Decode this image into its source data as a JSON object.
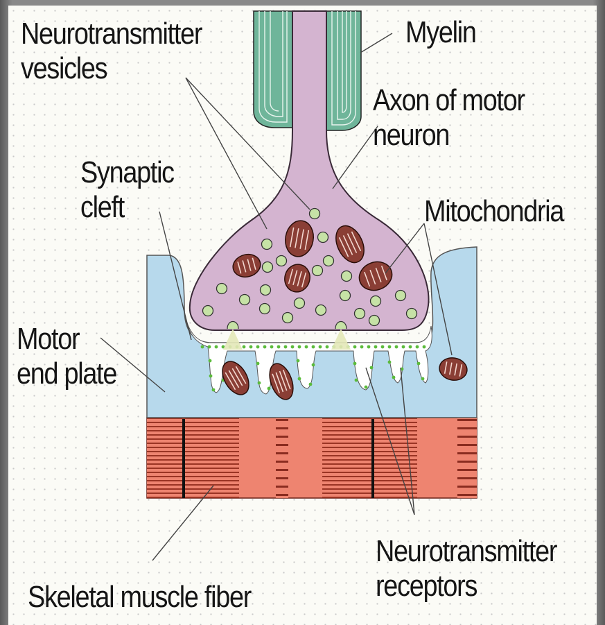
{
  "labels": {
    "neurotransmitter_vesicles": {
      "line1": "Neurotransmitter",
      "line2": "vesicles"
    },
    "myelin": "Myelin",
    "axon": {
      "line1": "Axon of motor",
      "line2": "neuron"
    },
    "synaptic_cleft": {
      "line1": "Synaptic",
      "line2": "cleft"
    },
    "mitochondria": "Mitochondria",
    "motor_end_plate": {
      "line1": "Motor",
      "line2": "end plate"
    },
    "skeletal_muscle_fiber": "Skeletal muscle fiber",
    "neurotransmitter_receptors": {
      "line1": "Neurotransmitter",
      "line2": "receptors"
    }
  },
  "colors": {
    "axon": "#d4b4d0",
    "axon_outline": "#3a2a38",
    "myelin": "#6fb59a",
    "end_plate": "#b7d9ec",
    "vesicle": "#c6e2a6",
    "mitochondria": "#8a3e35",
    "muscle": "#ee8470",
    "muscle_stripe": "#8a2c20",
    "receptor": "#5bbb3b"
  }
}
